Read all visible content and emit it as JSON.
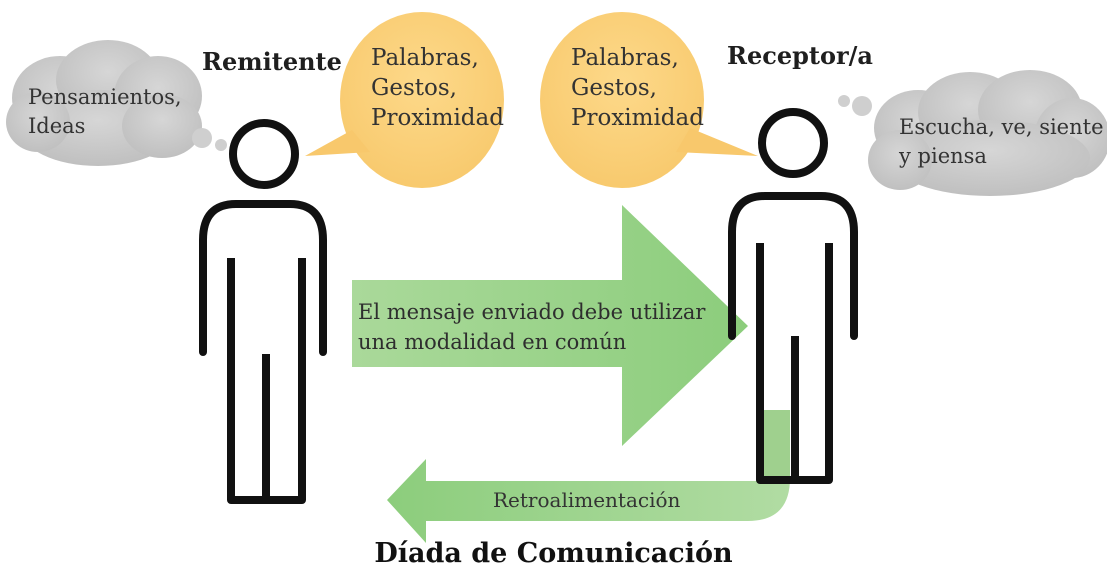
{
  "sender": {
    "role_label": "Remitente",
    "thought_lines": [
      "Pensamientos,",
      "Ideas"
    ],
    "speech_lines": [
      "Palabras,",
      "Gestos,",
      "Proximidad"
    ]
  },
  "receiver": {
    "role_label": "Receptor/a",
    "thought_lines": [
      "Escucha, ve, siente",
      "y piensa"
    ],
    "speech_lines": [
      "Palabras,",
      "Gestos,",
      "Proximidad"
    ]
  },
  "message_arrow": {
    "lines": [
      "El mensaje enviado debe utilizar",
      "una modalidad en común"
    ]
  },
  "feedback_arrow": {
    "label": "Retroalimentación"
  },
  "title": "Díada de Comunicación",
  "colors": {
    "speech_bubble": "#fbd27e",
    "thought_cloud": "#c8c8c8",
    "arrow_green": "#9fd08e",
    "figure_stroke": "#111111"
  }
}
